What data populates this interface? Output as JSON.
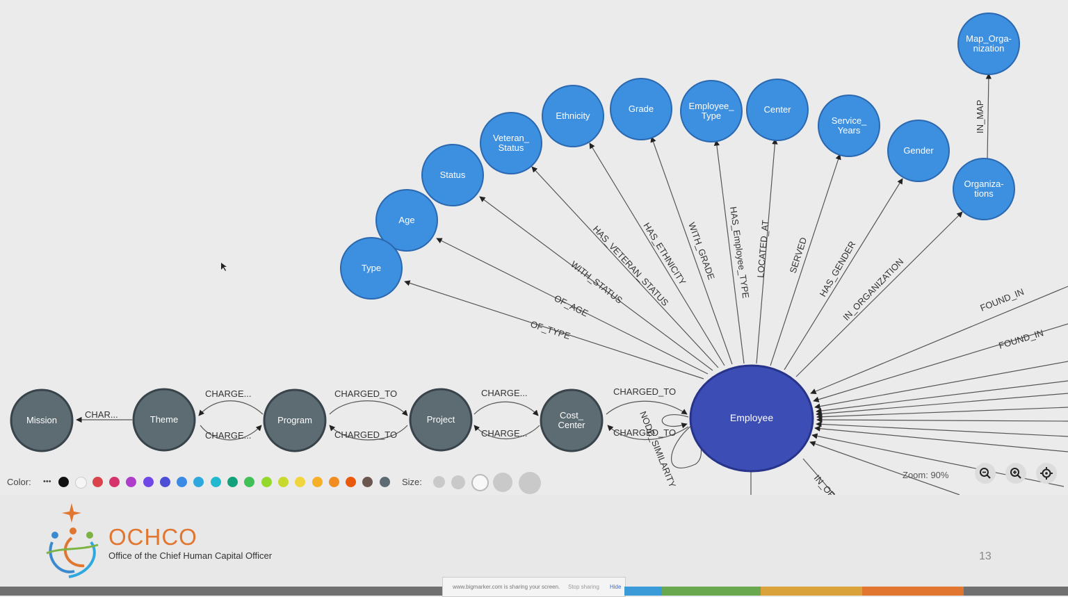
{
  "graph": {
    "nodes": {
      "map_organization": "Map_Orga-\nnization",
      "ethnicity": "Ethnicity",
      "grade": "Grade",
      "employee_type": "Employee_\nType",
      "center": "Center",
      "service_years": "Service_\nYears",
      "veteran_status": "Veteran_\nStatus",
      "gender": "Gender",
      "status": "Status",
      "organizations": "Organiza-\ntions",
      "age": "Age",
      "type": "Type",
      "employee": "Employee",
      "mission": "Mission",
      "theme": "Theme",
      "program": "Program",
      "project": "Project",
      "cost_center": "Cost_\nCenter"
    },
    "edges": {
      "in_map": "IN_MAP",
      "has_veteran_status": "HAS_VETERAN_STATUS",
      "has_ethnicity": "HAS_ETHNICITY",
      "with_grade": "WITH_GRADE",
      "has_employee_type": "HAS_Employee_TYPE",
      "located_at": "LOCATED_AT",
      "served": "SERVED",
      "has_gender": "HAS_GENDER",
      "in_organization": "IN_ORGANIZATION",
      "with_status": "WITH_STATUS",
      "of_age": "OF_AGE",
      "of_type": "OF_TYPE",
      "found_in_1": "FOUND_IN",
      "found_in_2": "FOUND_IN",
      "mission_theme": "CHAR...",
      "theme_program_top": "CHARGE...",
      "theme_program_bottom": "CHARGE...",
      "program_project_top": "CHARGED_TO",
      "program_project_bottom": "CHARGED_TO",
      "project_cost_top": "CHARGE...",
      "project_cost_bottom": "CHARGE...",
      "cost_employee_top": "CHARGED_TO",
      "cost_employee_bottom": "CHARGED_TO",
      "node_similarity": "NODE_SIMILARITY",
      "in_of": "IN_OF"
    }
  },
  "toolbar": {
    "color_label": "Color:",
    "more_colors": "•••",
    "colors": [
      "#111111",
      "#f5f5f5",
      "#d9434c",
      "#d6336c",
      "#ae3ec9",
      "#7048e8",
      "#4c4fd6",
      "#3b8ae5",
      "#2ea8df",
      "#22b8cf",
      "#12a17a",
      "#40c057",
      "#94d82d",
      "#c9d82d",
      "#f0d53c",
      "#f5b027",
      "#f08c20",
      "#e8590c",
      "#6b5750",
      "#5f6b73"
    ],
    "size_label": "Size:",
    "zoom_text": "Zoom: 90%"
  },
  "footer": {
    "brand": "OCHCO",
    "brand_sub": "Office of the Chief Human Capital Officer",
    "page_number": "13",
    "share_notice": "www.bigmarker.com is sharing your screen.",
    "stop_sharing": "Stop sharing",
    "hide": "Hide"
  },
  "colors": {
    "property_node": "#3d8fe0",
    "employee_node": "#3c4db5",
    "chain_node": "#5d6b73",
    "brand_orange": "#e0762f"
  }
}
